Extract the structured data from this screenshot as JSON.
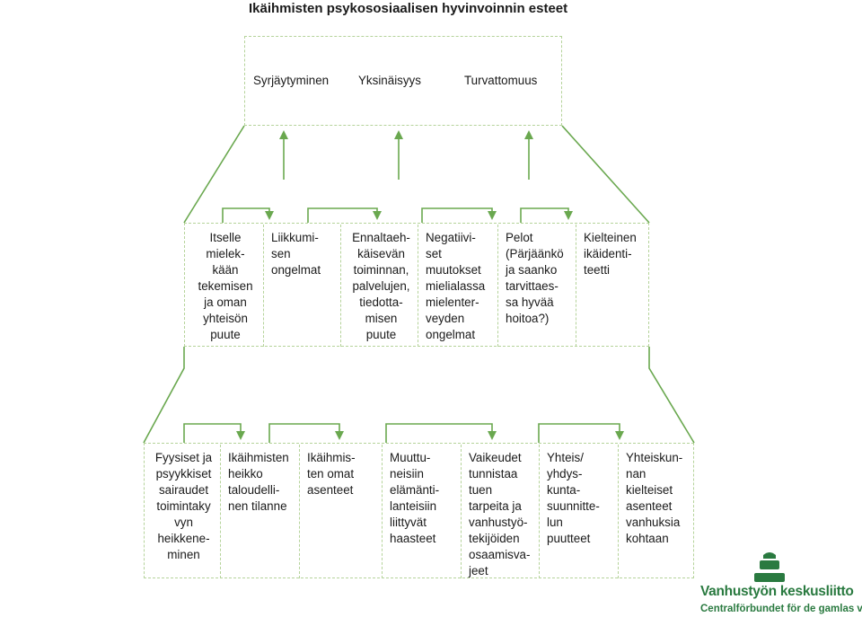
{
  "title": "Ikäihmisten psykososiaalisen hyvinvoinnin esteet",
  "top": [
    "Syrjäytyminen",
    "Yksinäisyys",
    "Turvattomuus"
  ],
  "middle": [
    "Itselle\nmielek-\nkään\ntekemisen\nja oman\nyhteisön\npuute",
    "Liikkumi-\nsen\nongelmat",
    "Ennaltaeh-\nkäisevän\ntoiminnan,\npalvelujen,\ntiedotta-\nmisen\npuute",
    "Negatiivi-\nset\nmuutokset\nmielialassa\nmielenter-\nveyden\nongelmat",
    "Pelot\n(Pärjäänkö\nja saanko\ntarvittaes-\nsa hyvää\nhoitoa?)",
    "Kielteinen\nikäidenti-\nteetti"
  ],
  "bottom": [
    "Fyysiset ja\npsyykkiset\nsairaudet\ntoimintaky\nvyn\nheikkene-\nminen",
    "Ikäihmisten\nheikko\ntaloudelli-\nnen tilanne",
    "Ikäihmis-\nten omat\nasenteet",
    "Muuttu-\nneisiin\nelämänti-\nlanteisiin\nliittyvät\nhaasteet",
    "Vaikeudet\ntunnistaa\ntuen\ntarpeita ja\nvanhustyö-\ntekijöiden\nosaamisva-\njeet",
    "Yhteis/\nyhdys-\nkunta-\nsuunnitte-\nlun\npuutteet",
    "Yhteiskun-\nnan\nkielteiset\nasenteet\nvanhuksia\nkohtaan"
  ],
  "logo": {
    "name": "Vanhustyön keskusliitto",
    "subtitle": "Centralförbundet för de gamlas väl ry"
  },
  "colors": {
    "connector": "#6aa84f",
    "border": "#b5d39a",
    "logo": "#2a7a40"
  }
}
